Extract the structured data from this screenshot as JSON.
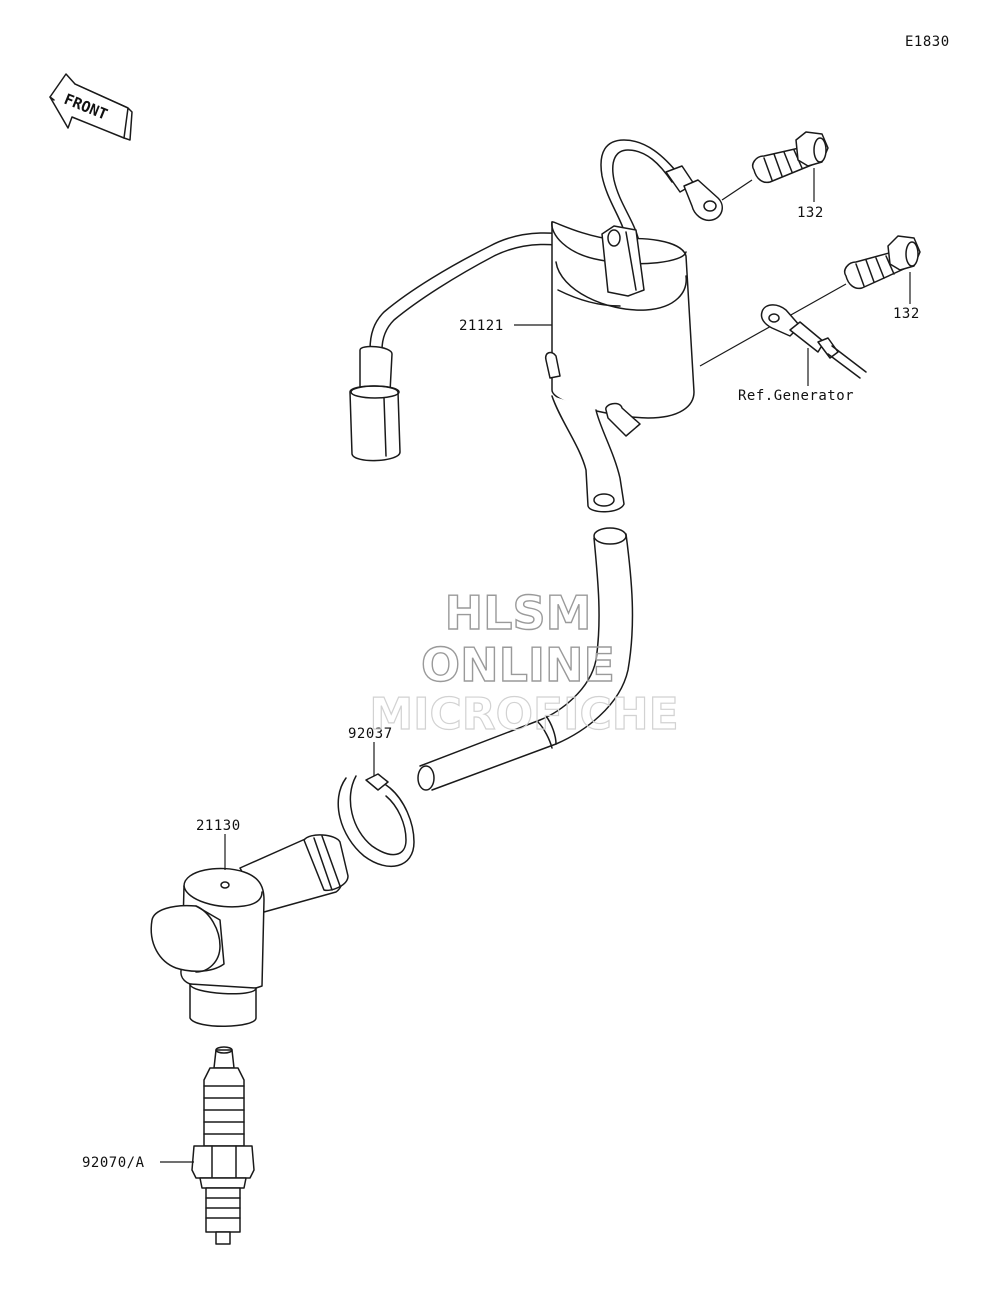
{
  "diagram": {
    "code": "E1830",
    "front_label": "FRONT",
    "watermark": [
      "HLSM",
      "ONLINE",
      "MICROFICHE"
    ],
    "callouts": {
      "coil": "21121",
      "bolt_upper": "132",
      "bolt_lower": "132",
      "ref_generator": "Ref.Generator",
      "clamp": "92037",
      "plug_cap": "21130",
      "spark_plug": "92070/A"
    }
  },
  "icons": [
    "front-arrow-icon"
  ]
}
